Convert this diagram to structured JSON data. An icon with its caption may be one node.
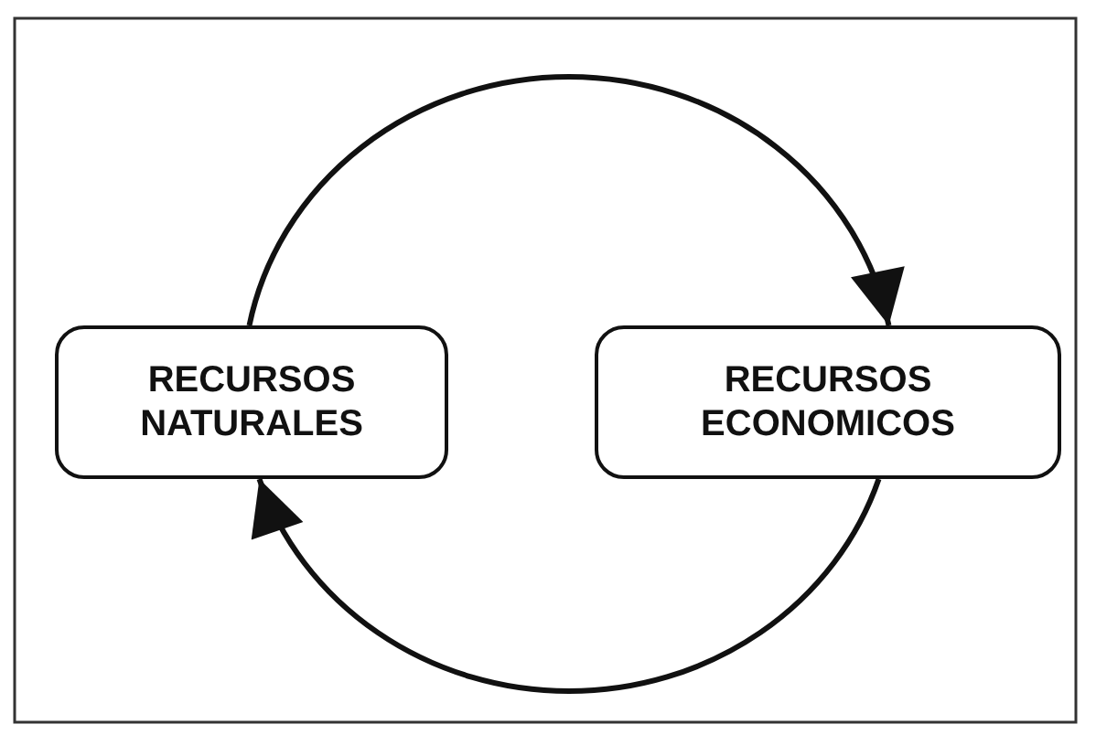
{
  "diagram": {
    "nodes": [
      {
        "text": [
          "RECURSOS NATURALES"
        ]
      },
      {
        "text": [
          "RECURSOS ECONOMICOS"
        ]
      }
    ],
    "edges": [
      {
        "from": 0,
        "to": 1,
        "arrow": "to"
      },
      {
        "from": 1,
        "to": 0,
        "arrow": "to"
      }
    ]
  }
}
